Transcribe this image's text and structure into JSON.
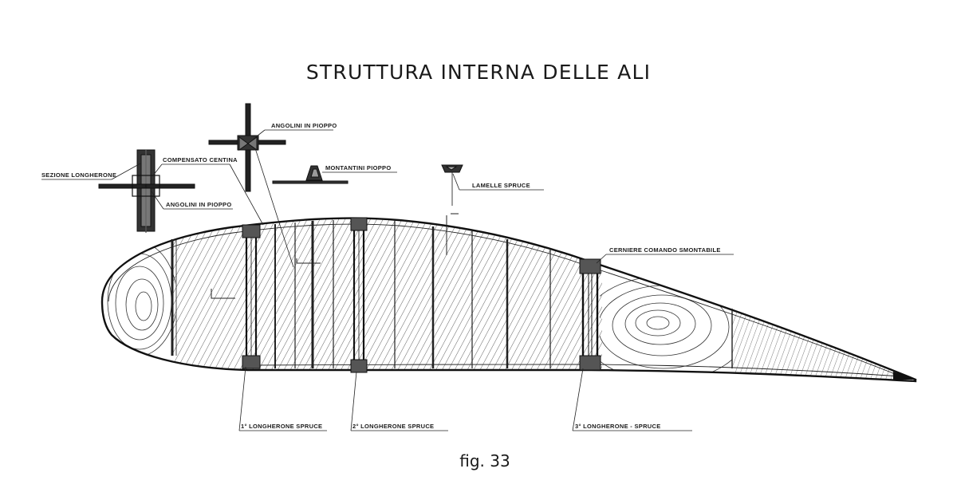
{
  "title": "STRUTTURA INTERNA DELLE ALI",
  "caption": "fig. 33",
  "labels": {
    "sezione_longherone": "SEZIONE LONGHERONE",
    "compensato_centina": "COMPENSATO CENTINA",
    "angolini_pioppo_top": "ANGOLINI IN PIOPPO",
    "angolini_pioppo_bottom": "ANGOLINI IN PIOPPO",
    "montantini_pioppo": "MONTANTINI PIOPPO",
    "lamelle_spruce": "LAMELLE SPRUCE",
    "cerniere": "CERNIERE COMANDO SMONTABILE",
    "longherone_1": "1° LONGHERONE SPRUCE",
    "longherone_2": "2° LONGHERONE SPRUCE",
    "longherone_3": "3° LONGHERONE - SPRUCE"
  },
  "colors": {
    "ink": "#1a1a1a",
    "paper": "#ffffff"
  }
}
